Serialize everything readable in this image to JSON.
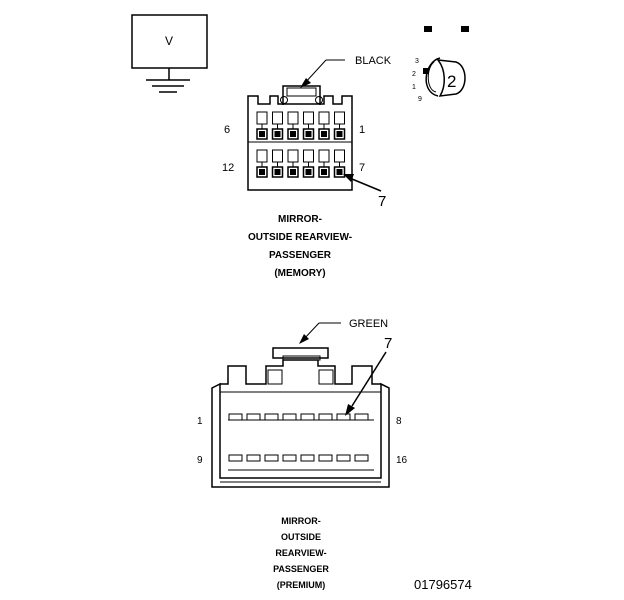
{
  "meter": {
    "label": "V"
  },
  "memory_connector": {
    "wire_color": "BLACK",
    "pin_top_left": "6",
    "pin_top_right": "1",
    "pin_bottom_left": "12",
    "pin_bottom_right": "7",
    "callout_pin": "7",
    "title_lines": [
      "MIRROR-",
      "OUTSIDE REARVIEW-",
      "PASSENGER",
      "(MEMORY)"
    ]
  },
  "probe_inset": {
    "pin_labels": [
      "3",
      "2",
      "1",
      "9"
    ],
    "callout": "2"
  },
  "premium_connector": {
    "wire_color": "GREEN",
    "pin_top_left": "1",
    "pin_top_right": "8",
    "pin_bottom_left": "9",
    "pin_bottom_right": "16",
    "callout_pin": "7",
    "title_lines": [
      "MIRROR-",
      "OUTSIDE",
      "REARVIEW-",
      "PASSENGER",
      "(PREMIUM)"
    ]
  },
  "figure_id": "01796574"
}
